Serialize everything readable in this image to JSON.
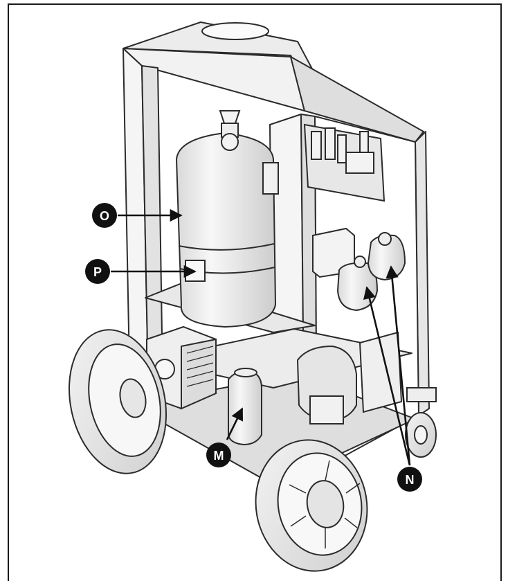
{
  "diagram": {
    "callouts": [
      {
        "id": "O",
        "label": "O"
      },
      {
        "id": "P",
        "label": "P"
      },
      {
        "id": "M",
        "label": "M"
      },
      {
        "id": "N",
        "label": "N"
      }
    ],
    "colors": {
      "ink": "#1a1a1a",
      "outline": "#2b2b2b",
      "panel": "#e9e9e9",
      "panel_dark": "#cfcfcf",
      "metal": "#f4f4f4",
      "callout_fill": "#111111",
      "callout_text": "#ffffff"
    }
  }
}
